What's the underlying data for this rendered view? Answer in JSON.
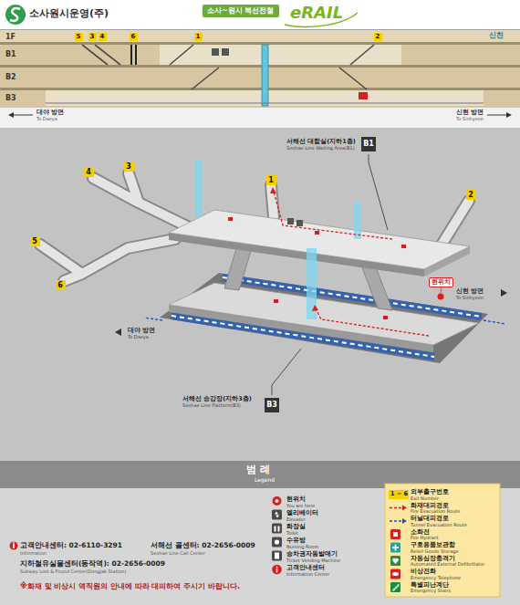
{
  "diagram": {
    "nodes": [
      {
        "text": [
          "소사~원시 복선전철"
        ]
      },
      {
        "text": [
          "5"
        ]
      },
      {
        "text": [
          "3"
        ]
      },
      {
        "text": [
          "4"
        ]
      },
      {
        "text": [
          "6"
        ]
      },
      {
        "text": [
          "1"
        ]
      },
      {
        "text": [
          "2"
        ]
      },
      {
        "text": [
          "4"
        ]
      },
      {
        "text": [
          "3"
        ]
      },
      {
        "text": [
          "5"
        ]
      },
      {
        "text": [
          "6"
        ]
      },
      {
        "text": [
          "1"
        ]
      },
      {
        "text": [
          "2"
        ]
      },
      {
        "text": [
          "서해선 대합실(지하1층)",
          "Seohae Line Waiting Area(B1)"
        ]
      },
      {
        "text": [
          "B1"
        ]
      },
      {
        "text": [
          "현위치"
        ]
      },
      {
        "text": [
          "서해선 승강장(지하3층)",
          "Seohae Line Platform(B3)"
        ]
      },
      {
        "text": [
          "B3"
        ]
      }
    ],
    "labels": [
      "소사원시운영(주)",
      "eRAIL",
      "1F",
      "B1",
      "B2",
      "B3",
      "신천",
      "대야 방면",
      "To Daeya",
      "신현 방면",
      "To Sinhyeon",
      "대야 방면",
      "To Daeya",
      "신현 방면",
      "To Sinhyeon",
      "범 례",
      "Legend",
      "You are here",
      "Elevator",
      "Toilet",
      "Nursing Room",
      "Ticket Vending Machine",
      "Information Center",
      "1 ~ 6",
      "Exit Number",
      "Fire Evacuation Route",
      "Tunnel Evacuation Route",
      "Fire Hydrant",
      "Relief Goods Storage",
      "Automated External Defibrillator",
      "Emergency Telephone",
      "Emergency Stairs",
      "고객안내센터: 02-6110-3291",
      "Information",
      "서해선 콜센터: 02-2656-0009",
      "Seohae Line Call Center",
      "지하철유실물센터(동작역): 02-2656-0009",
      "Subway Lost & Found Center(Dongjak Station)",
      "※화재 및 비상시 역직원의 안내에 따라 대피하여 주시기 바랍니다."
    ],
    "legend": [
      {
        "text": "현위치"
      },
      {
        "text": "엘리베이터"
      },
      {
        "text": "화장실"
      },
      {
        "text": "수유방"
      },
      {
        "text": "승차권자동발매기"
      },
      {
        "text": "고객안내센터"
      },
      {
        "text": "외부출구번호",
        "color": "#f5d000"
      },
      {
        "text": "화재대피경로"
      },
      {
        "text": "터널대피경로"
      },
      {
        "text": "소화전"
      },
      {
        "text": "구호용품보관함"
      },
      {
        "text": "자동심장충격기"
      },
      {
        "text": "비상전화"
      },
      {
        "text": "특별피난계단"
      }
    ]
  }
}
